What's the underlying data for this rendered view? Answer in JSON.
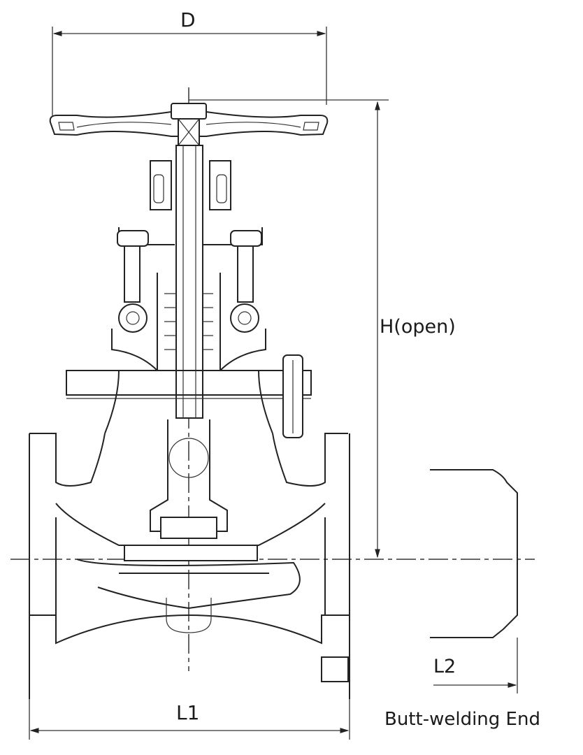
{
  "title": "Globe valve dimension drawing",
  "labels": {
    "handwheel_diameter": "D",
    "height_open": "H(open)",
    "length_flanged": "L1",
    "length_butt_weld": "L2",
    "butt_weld_caption": "Butt-welding End"
  }
}
